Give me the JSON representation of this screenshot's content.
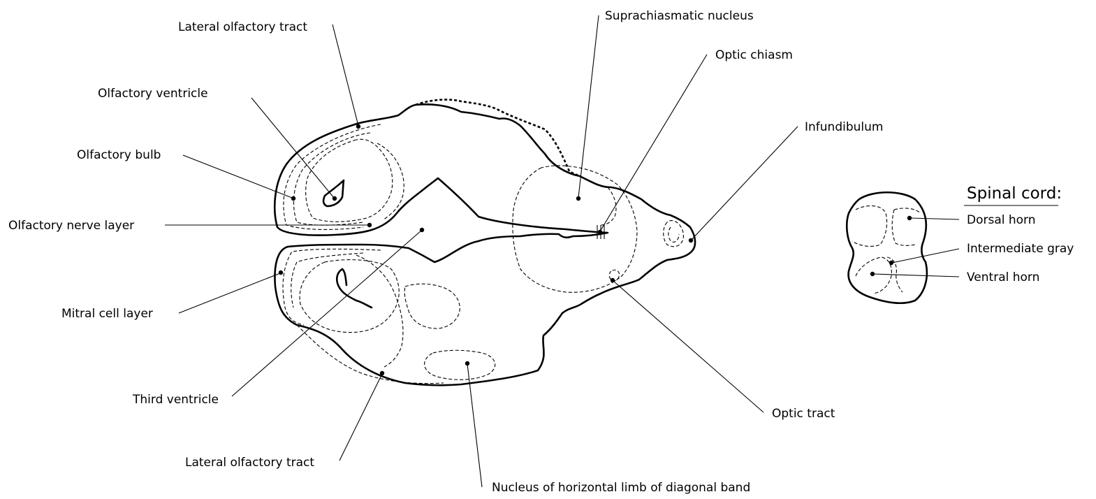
{
  "diagram": {
    "spinal_cord_title": "Spinal cord:",
    "labels": {
      "lateral_olfactory_tract_top": "Lateral olfactory tract",
      "olfactory_ventricle": "Olfactory ventricle",
      "olfactory_bulb": "Olfactory bulb",
      "olfactory_nerve_layer": "Olfactory nerve layer",
      "mitral_cell_layer": "Mitral cell layer",
      "third_ventricle": "Third ventricle",
      "lateral_olfactory_tract_bottom": "Lateral olfactory tract",
      "nucleus_horizontal_limb": "Nucleus of horizontal limb of diagonal band",
      "suprachiasmatic_nucleus": "Suprachiasmatic nucleus",
      "optic_chiasm": "Optic chiasm",
      "infundibulum": "Infundibulum",
      "optic_tract": "Optic tract",
      "dorsal_horn": "Dorsal horn",
      "intermediate_gray": "Intermediate gray",
      "ventral_horn": "Ventral horn"
    }
  }
}
